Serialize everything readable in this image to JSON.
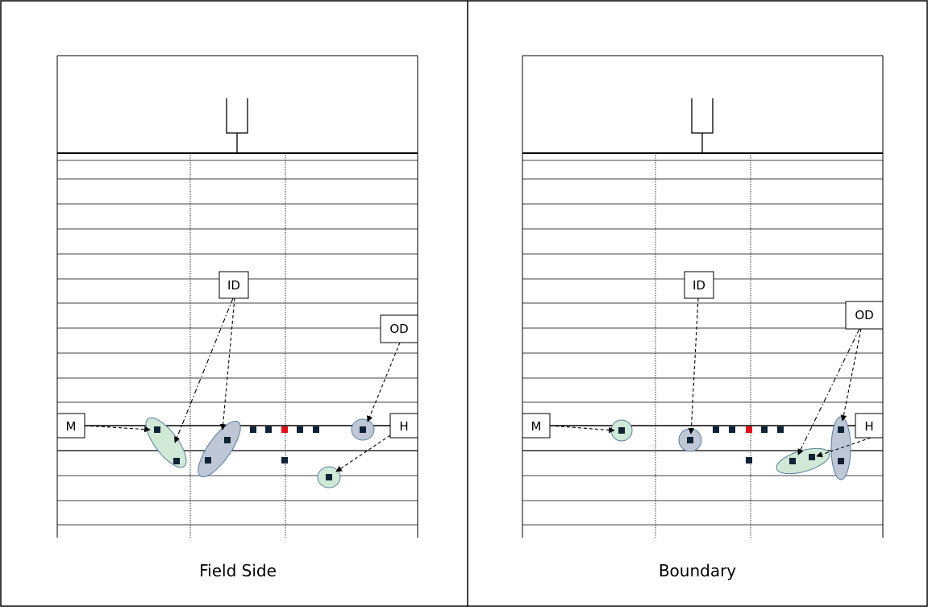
{
  "panels": [
    {
      "caption": "Field Side",
      "labels": {
        "m": "M",
        "id": "ID",
        "od": "OD",
        "h": "H"
      }
    },
    {
      "caption": "Boundary",
      "labels": {
        "m": "M",
        "id": "ID",
        "od": "OD",
        "h": "H"
      }
    }
  ],
  "colors": {
    "green_zone": "#cfe9d6",
    "blue_zone": "#bfc7d6",
    "player": "#0f2236",
    "player_green": "#1f5a30",
    "ball": "#e0101a"
  }
}
